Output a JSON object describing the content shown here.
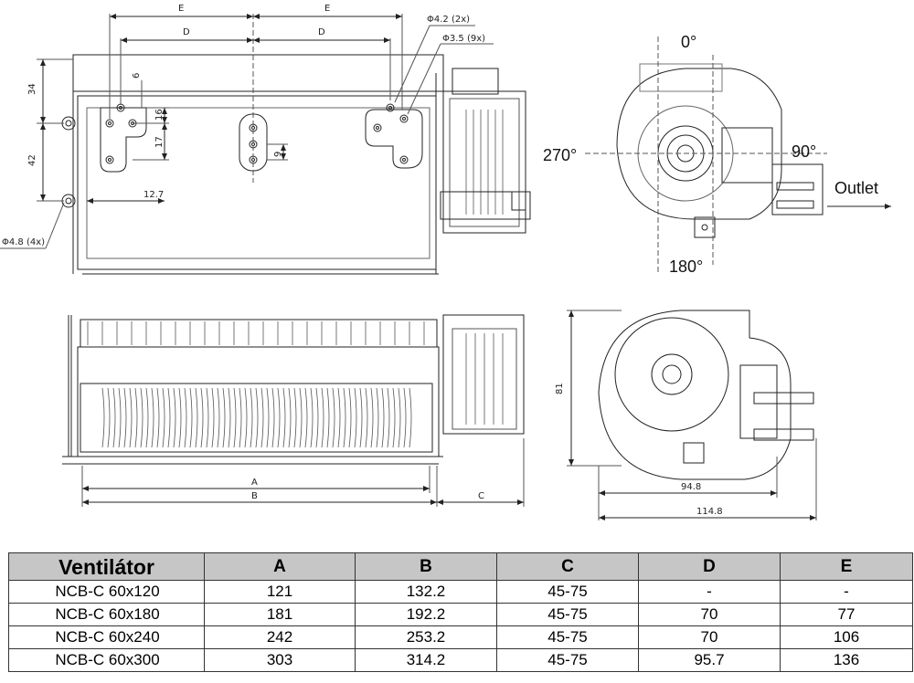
{
  "top_view": {
    "dim_e": "E",
    "dim_d": "D",
    "hole_a": "Φ4.2 (2x)",
    "hole_b": "Φ3.5 (9x)",
    "hole_c": "Φ4.8 (4x)",
    "d34": "34",
    "d42": "42",
    "d6": "6",
    "d16": "16",
    "d17": "17",
    "d9": "9",
    "d127": "12.7"
  },
  "side_view": {
    "angle_0": "0°",
    "angle_90": "90°",
    "angle_180": "180°",
    "angle_270": "270°",
    "outlet": "Outlet"
  },
  "front_view": {
    "dim_a": "A",
    "dim_b": "B",
    "dim_c": "C"
  },
  "end_view": {
    "d81": "81",
    "d948": "94.8",
    "d1148": "114.8"
  },
  "table": {
    "headers": [
      "Ventilátor",
      "A",
      "B",
      "C",
      "D",
      "E"
    ],
    "rows": [
      [
        "NCB-C 60x120",
        "121",
        "132.2",
        "45-75",
        "-",
        "-"
      ],
      [
        "NCB-C 60x180",
        "181",
        "192.2",
        "45-75",
        "70",
        "77"
      ],
      [
        "NCB-C 60x240",
        "242",
        "253.2",
        "45-75",
        "70",
        "106"
      ],
      [
        "NCB-C 60x300",
        "303",
        "314.2",
        "45-75",
        "95.7",
        "136"
      ]
    ]
  }
}
